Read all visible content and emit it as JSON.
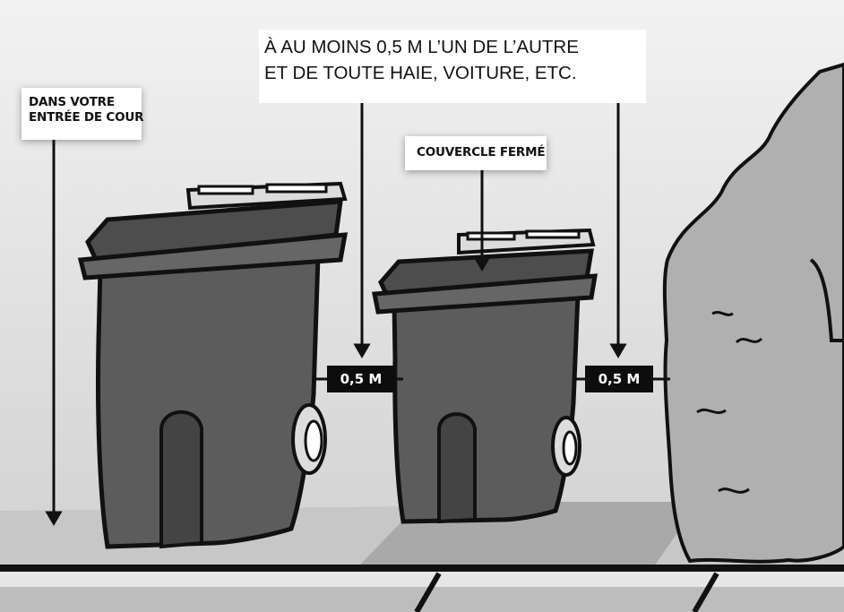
{
  "instruction": {
    "line1": "À AU MOINS 0,5 M L’UN DE L’AUTRE",
    "line2": "ET DE TOUTE HAIE, VOITURE, ETC."
  },
  "yard_label": {
    "line1": "DANS VOTRE",
    "line2": "ENTRÉE DE COUR"
  },
  "lid_label": "COUVERCLE FERMÉ",
  "distance_between_bins": "0,5 M",
  "distance_to_hedge": "0,5 M",
  "colors": {
    "bin": "#5a5a5a",
    "bin_dark": "#3d3d3d",
    "background": "#d9d9d9",
    "hedge": "#a8a8a8",
    "label_bg": "#0d0d0d"
  }
}
